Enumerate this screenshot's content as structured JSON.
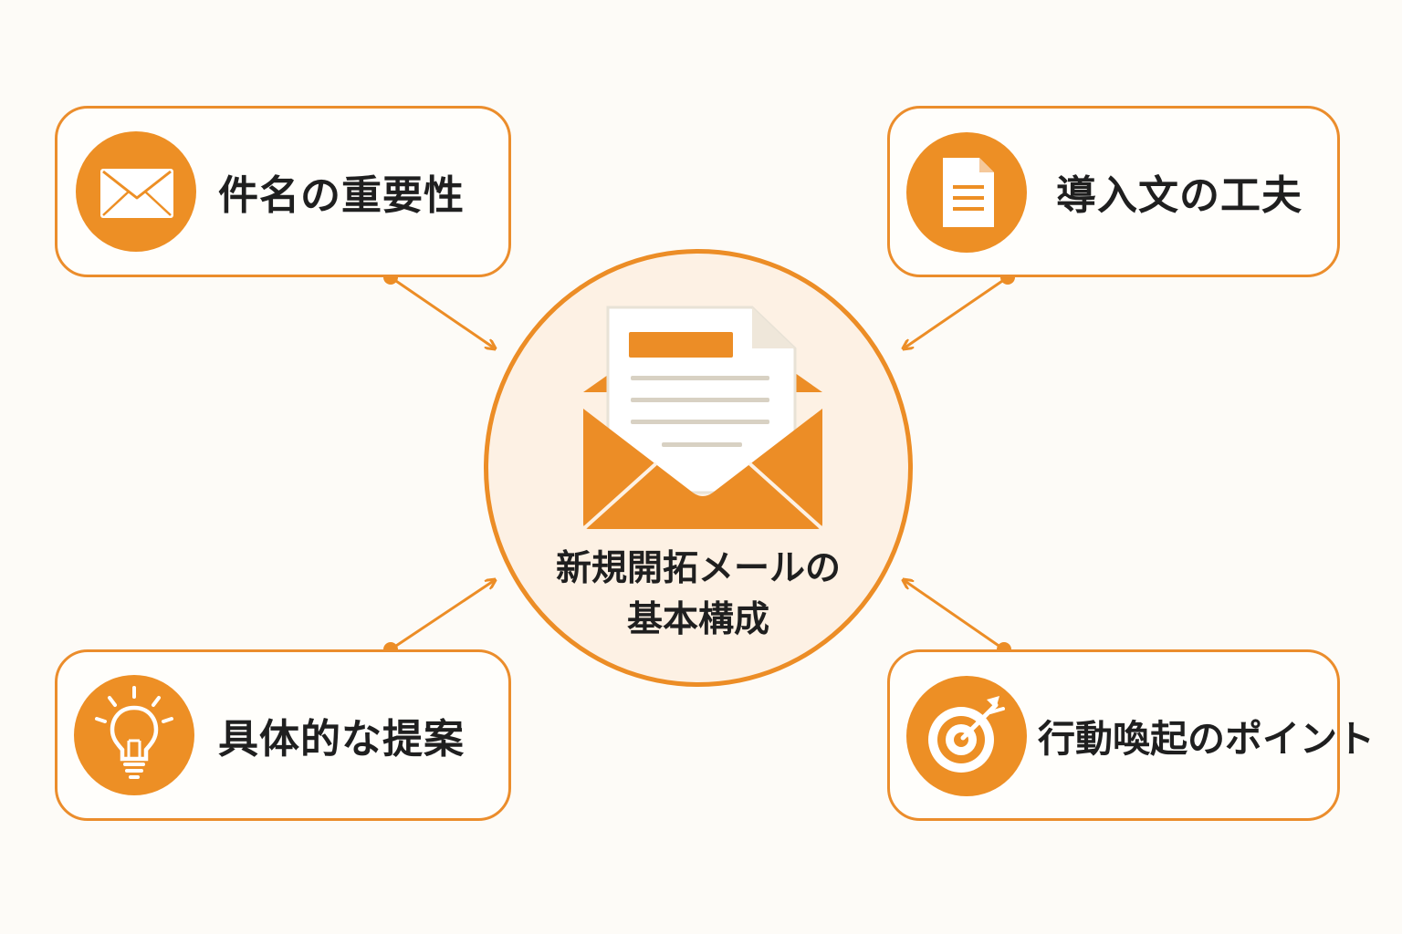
{
  "center": {
    "title_line1": "新規開拓メールの",
    "title_line2": "基本構成",
    "icon": "open-envelope-with-letter-icon"
  },
  "nodes": {
    "top_left": {
      "label": "件名の重要性",
      "icon": "envelope-icon"
    },
    "top_right": {
      "label": "導入文の工夫",
      "icon": "document-icon"
    },
    "bottom_left": {
      "label": "具体的な提案",
      "icon": "lightbulb-icon"
    },
    "bottom_right": {
      "label": "行動喚起のポイント",
      "icon": "target-icon"
    }
  },
  "colors": {
    "accent": "#ec8d26",
    "center_fill": "#fdf1e4",
    "background": "#fdfbf7",
    "text": "#1f1f1f"
  }
}
